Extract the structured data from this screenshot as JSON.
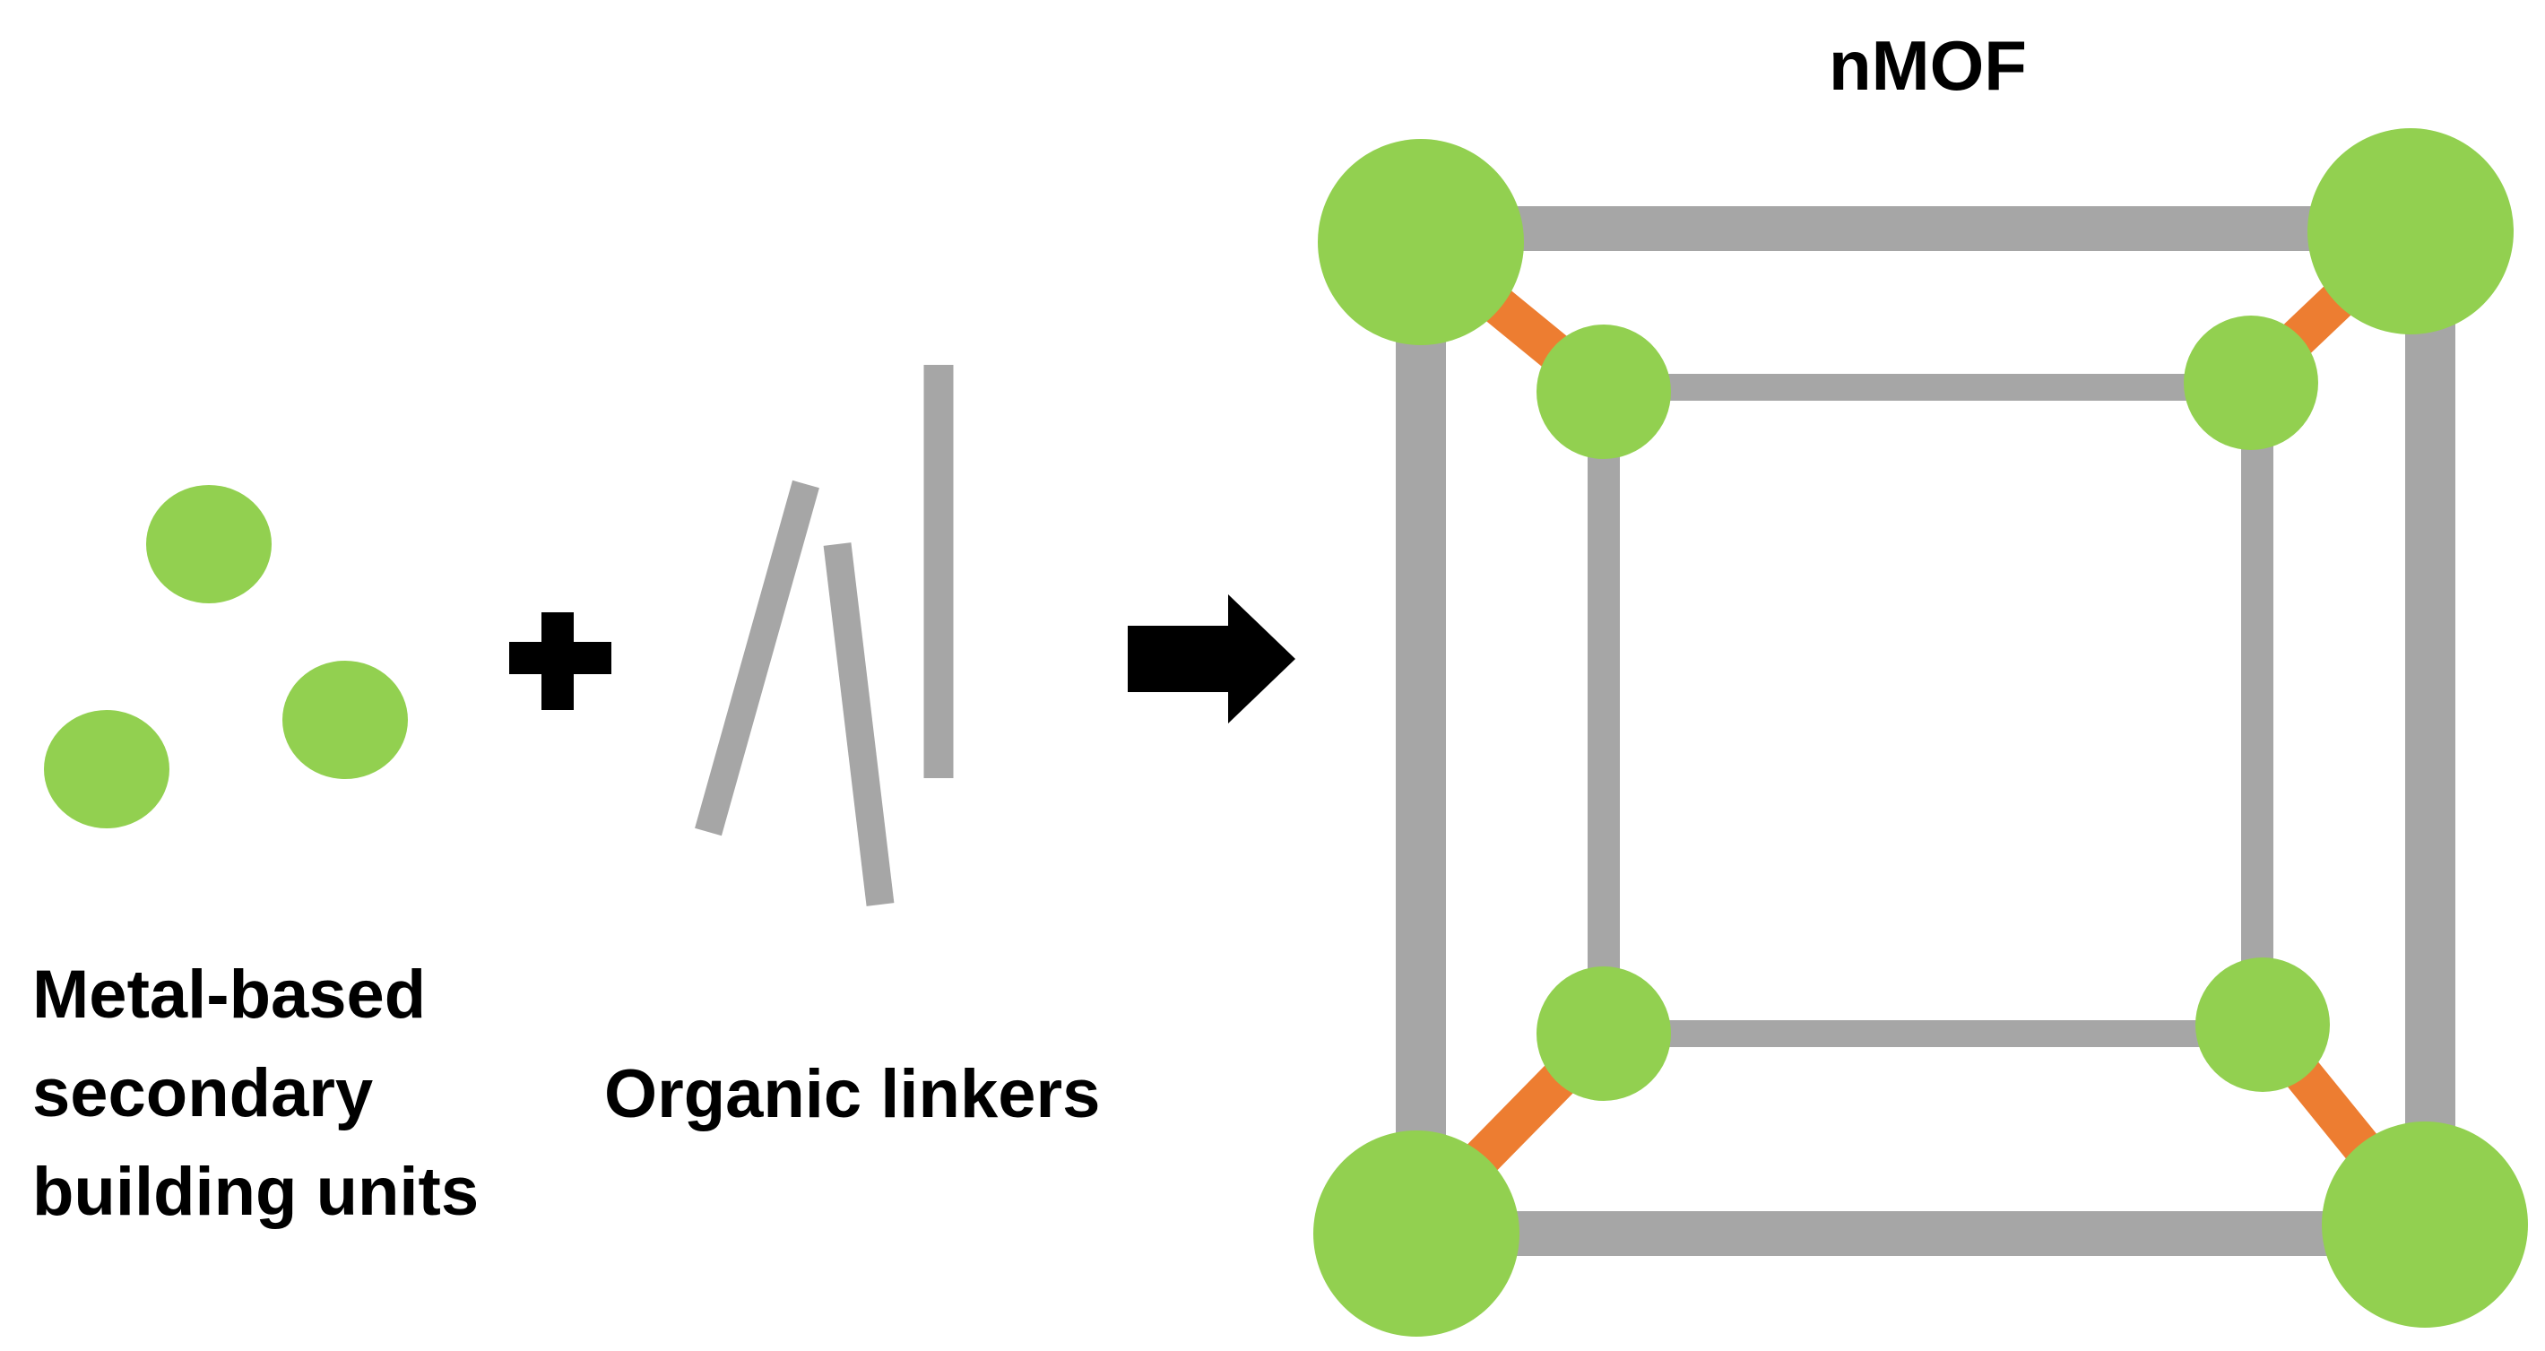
{
  "labels": {
    "sbu_line1": "Metal-based",
    "sbu_line2": "secondary",
    "sbu_line3": "building units",
    "linkers": "Organic linkers",
    "product": "nMOF"
  },
  "colors": {
    "node": "#92d050",
    "linker": "#a6a6a6",
    "connector": "#ed7d31",
    "arrow": "#000000",
    "plus": "#000000",
    "text": "#000000"
  },
  "icons": {
    "plus": "plus-icon",
    "arrow": "right-arrow-icon"
  }
}
